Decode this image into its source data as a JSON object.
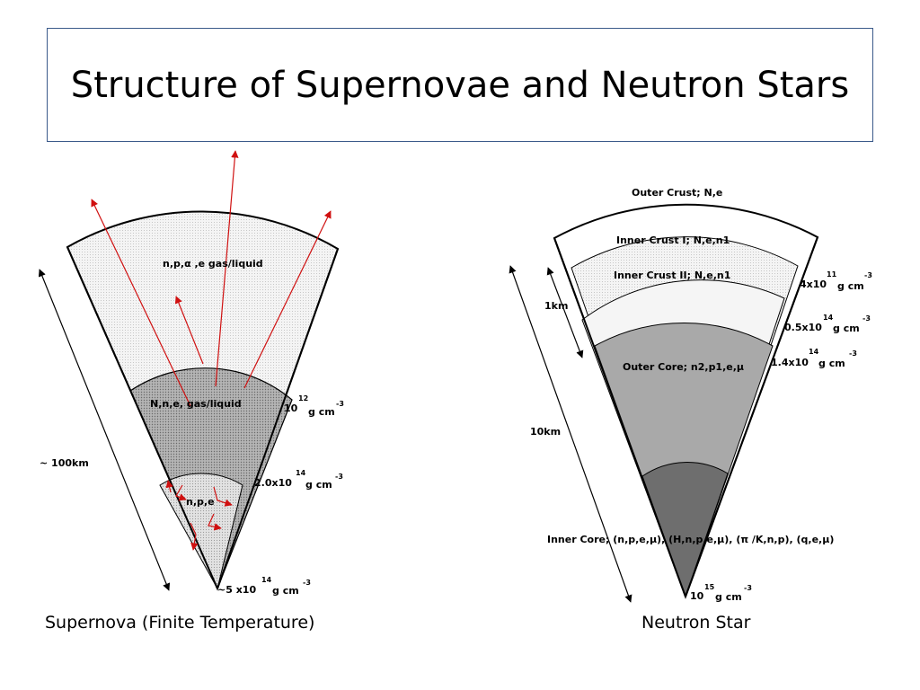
{
  "title": "Structure of Supernovae and Neutron Stars",
  "supernova": {
    "caption": "Supernova (Finite Temperature)",
    "layers": {
      "outer": "n,p,α ,e  gas/liquid",
      "middle": "N,n,e, gas/liquid",
      "inner": "n,p,e"
    },
    "densities": {
      "d1_mant": "10",
      "d1_exp": "12",
      "d1_unit": "g cm",
      "d1_unit_exp": "-3",
      "d2_mant": "2.0x10",
      "d2_exp": "14",
      "d2_unit": "g cm",
      "d2_unit_exp": "-3",
      "d3_mant": "~5 x10",
      "d3_exp": "14",
      "d3_unit": "g cm",
      "d3_unit_exp": "-3"
    },
    "scale": "~ 100km"
  },
  "neutron_star": {
    "caption": "Neutron Star",
    "layers": {
      "outer_crust": "Outer Crust; N,e",
      "inner_crust_1": "Inner Crust I; N,e,n1",
      "inner_crust_2": "Inner Crust II; N,e,n1",
      "outer_core": "Outer Core; n2,p1,e,μ",
      "inner_core": "Inner Core; (n,p,e,μ), (H,n,p,e,μ), (π /K,n,p), (q,e,μ)"
    },
    "densities": {
      "d1_mant": "4x10",
      "d1_exp": "11",
      "d1_unit": "g cm",
      "d1_unit_exp": "-3",
      "d2_mant": "0.5x10",
      "d2_exp": "14",
      "d2_unit": "g cm",
      "d2_unit_exp": "-3",
      "d3_mant": "1.4x10",
      "d3_exp": "14",
      "d3_unit": "g cm",
      "d3_unit_exp": "-3",
      "d4_mant": "10",
      "d4_exp": "15",
      "d4_unit": "g cm",
      "d4_unit_exp": "-3"
    },
    "scale_small": "1km",
    "scale_large": "10km"
  },
  "colors": {
    "arrow_red": "#d01010",
    "outer_fill": "#f3f3f3",
    "mid_fill": "#b0b0b0",
    "inner_fill": "#dcdcdc",
    "core_outer": "#a9a9a9",
    "core_inner": "#6e6e6e"
  }
}
